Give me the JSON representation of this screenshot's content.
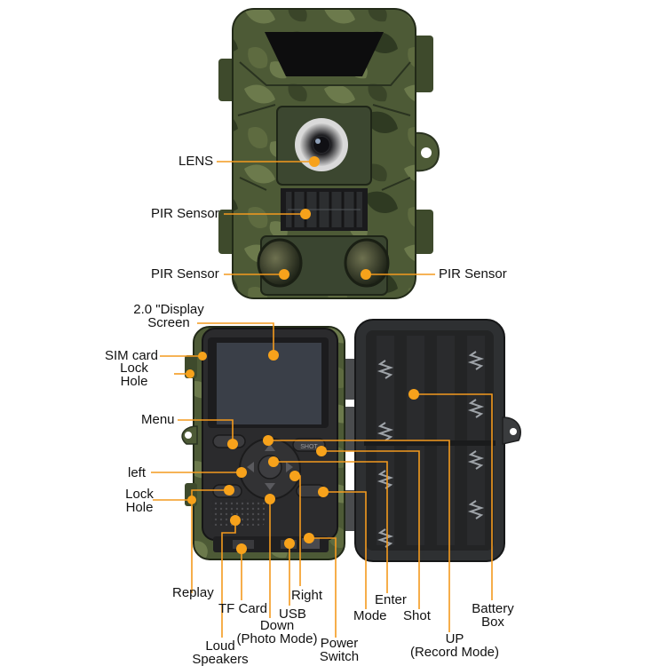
{
  "colors": {
    "camo_base": "#4d5a36",
    "camo_dark": "#2f3a22",
    "camo_light": "#6c7a4c",
    "panel": "#2b2b2d",
    "screen": "#3a3f48",
    "callout_line": "#f39a1e",
    "callout_dot": "#f7a21b",
    "text": "#111111"
  },
  "icons": [
    "lens-icon",
    "pir-sensor-icon",
    "display-screen-icon",
    "battery-spring-icon",
    "dpad-icon",
    "speaker-grille-icon"
  ],
  "labels": {
    "lens": "LENS",
    "pir_top": "PIR Sensor",
    "pir_left": "PIR Sensor",
    "pir_right": "PIR Sensor",
    "display_1": "2.0 \"Display",
    "display_2": "Screen",
    "sim_card": "SIM card",
    "lock_hole_top_1": "Lock",
    "lock_hole_top_2": "Hole",
    "menu": "Menu",
    "left": "left",
    "lock_hole_bottom_1": "Lock",
    "lock_hole_bottom_2": "Hole",
    "replay": "Replay",
    "tf_card": "TF Card",
    "usb": "USB",
    "right": "Right",
    "down_1": "Down",
    "down_2": "(Photo Mode)",
    "loud_speakers_1": "Loud",
    "loud_speakers_2": "Speakers",
    "power_switch_1": "Power",
    "power_switch_2": "Switch",
    "mode": "Mode",
    "enter": "Enter",
    "shot": "Shot",
    "up_1": "UP",
    "up_2": "(Record Mode)",
    "battery_box_1": "Battery",
    "battery_box_2": "Box"
  },
  "buttons": {
    "shot_text": "SHOT"
  }
}
